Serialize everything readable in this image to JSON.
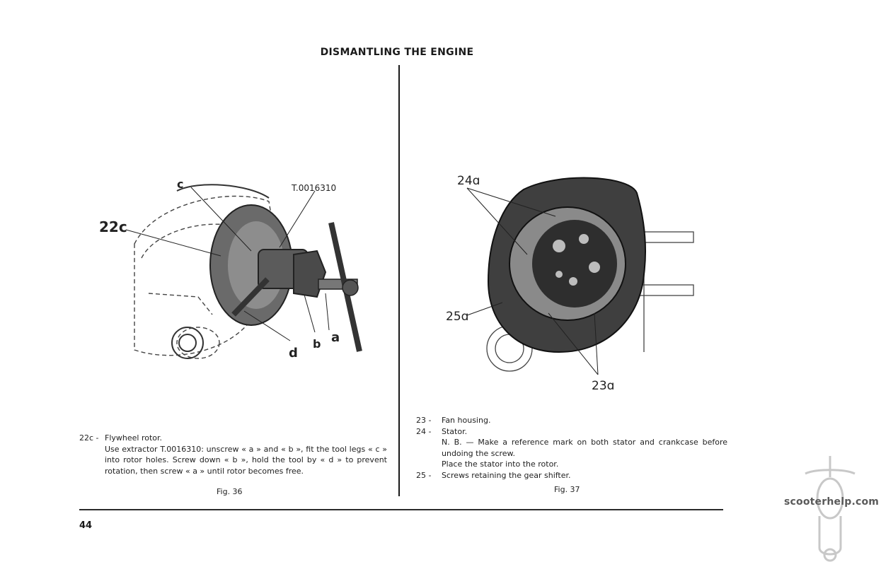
{
  "page": {
    "title": "DISMANTLING THE ENGINE",
    "page_number": "44",
    "watermark": "scooterhelp.com"
  },
  "figure36": {
    "label": "Fig. 36",
    "callouts": {
      "c": "c",
      "tool": "T.0016310",
      "rotor": "22c",
      "d": "d",
      "b": "b",
      "a": "a"
    },
    "caption": {
      "number": "22c -",
      "heading": "Flywheel rotor.",
      "body": "Use extractor T.0016310: unscrew « a » and « b », fit the tool legs « c » into rotor holes. Screw down « b », hold the tool by « d » to prevent rotation, then screw « a » until rotor becomes free."
    }
  },
  "figure37": {
    "label": "Fig. 37",
    "callouts": {
      "c24": "24ɑ",
      "c25": "25ɑ",
      "c23": "23ɑ"
    },
    "caption": {
      "items": [
        {
          "number": "23 -",
          "text": "Fan housing."
        },
        {
          "number": "24 -",
          "text": "Stator."
        },
        {
          "number": "",
          "text": "N. B. — Make a reference mark on both stator and crankcase before undoing the screw."
        },
        {
          "number": "",
          "text": "Place the stator into the rotor."
        },
        {
          "number": "25 -",
          "text": "Screws retaining the gear shifter."
        }
      ]
    }
  }
}
